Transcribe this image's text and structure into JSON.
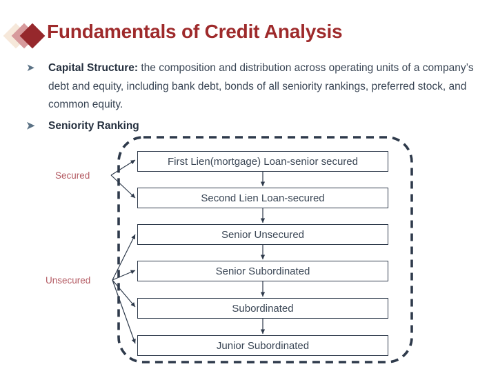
{
  "slide": {
    "title": "Fundamentals of Credit Analysis",
    "title_color": "#9E2A2B",
    "background": "#FFFFFF",
    "decoration": {
      "name": "three-diamond-motif",
      "colors": [
        "#F6E8DA",
        "#D79A9C",
        "#96282C"
      ]
    }
  },
  "bullets": [
    {
      "marker": "➤",
      "lead": "Capital Structure:",
      "body": " the composition and distribution across operating units of a company’s debt and equity, including bank debt, bonds of all seniority rankings, preferred stock, and common equity."
    },
    {
      "marker": "➤",
      "lead": "Seniority Ranking",
      "body": ""
    }
  ],
  "diagram": {
    "name": "seniority-ranking-flow",
    "outline_style": "dashed-rounded-rectangle",
    "outline_color": "#2E3A4B",
    "box_border_color": "#2E3A4B",
    "box_text_color": "#3A4655",
    "arrow_color": "#2E3A4B",
    "group_label_color": "#B45B63",
    "boxes": [
      "First Lien(mortgage) Loan-senior secured",
      "Second Lien Loan-secured",
      "Senior Unsecured",
      "Senior Subordinated",
      "Subordinated",
      "Junior Subordinated"
    ],
    "groups": [
      {
        "label": "Secured",
        "box_indices": [
          0,
          1
        ]
      },
      {
        "label": "Unsecured",
        "box_indices": [
          2,
          3,
          4,
          5
        ]
      }
    ]
  }
}
